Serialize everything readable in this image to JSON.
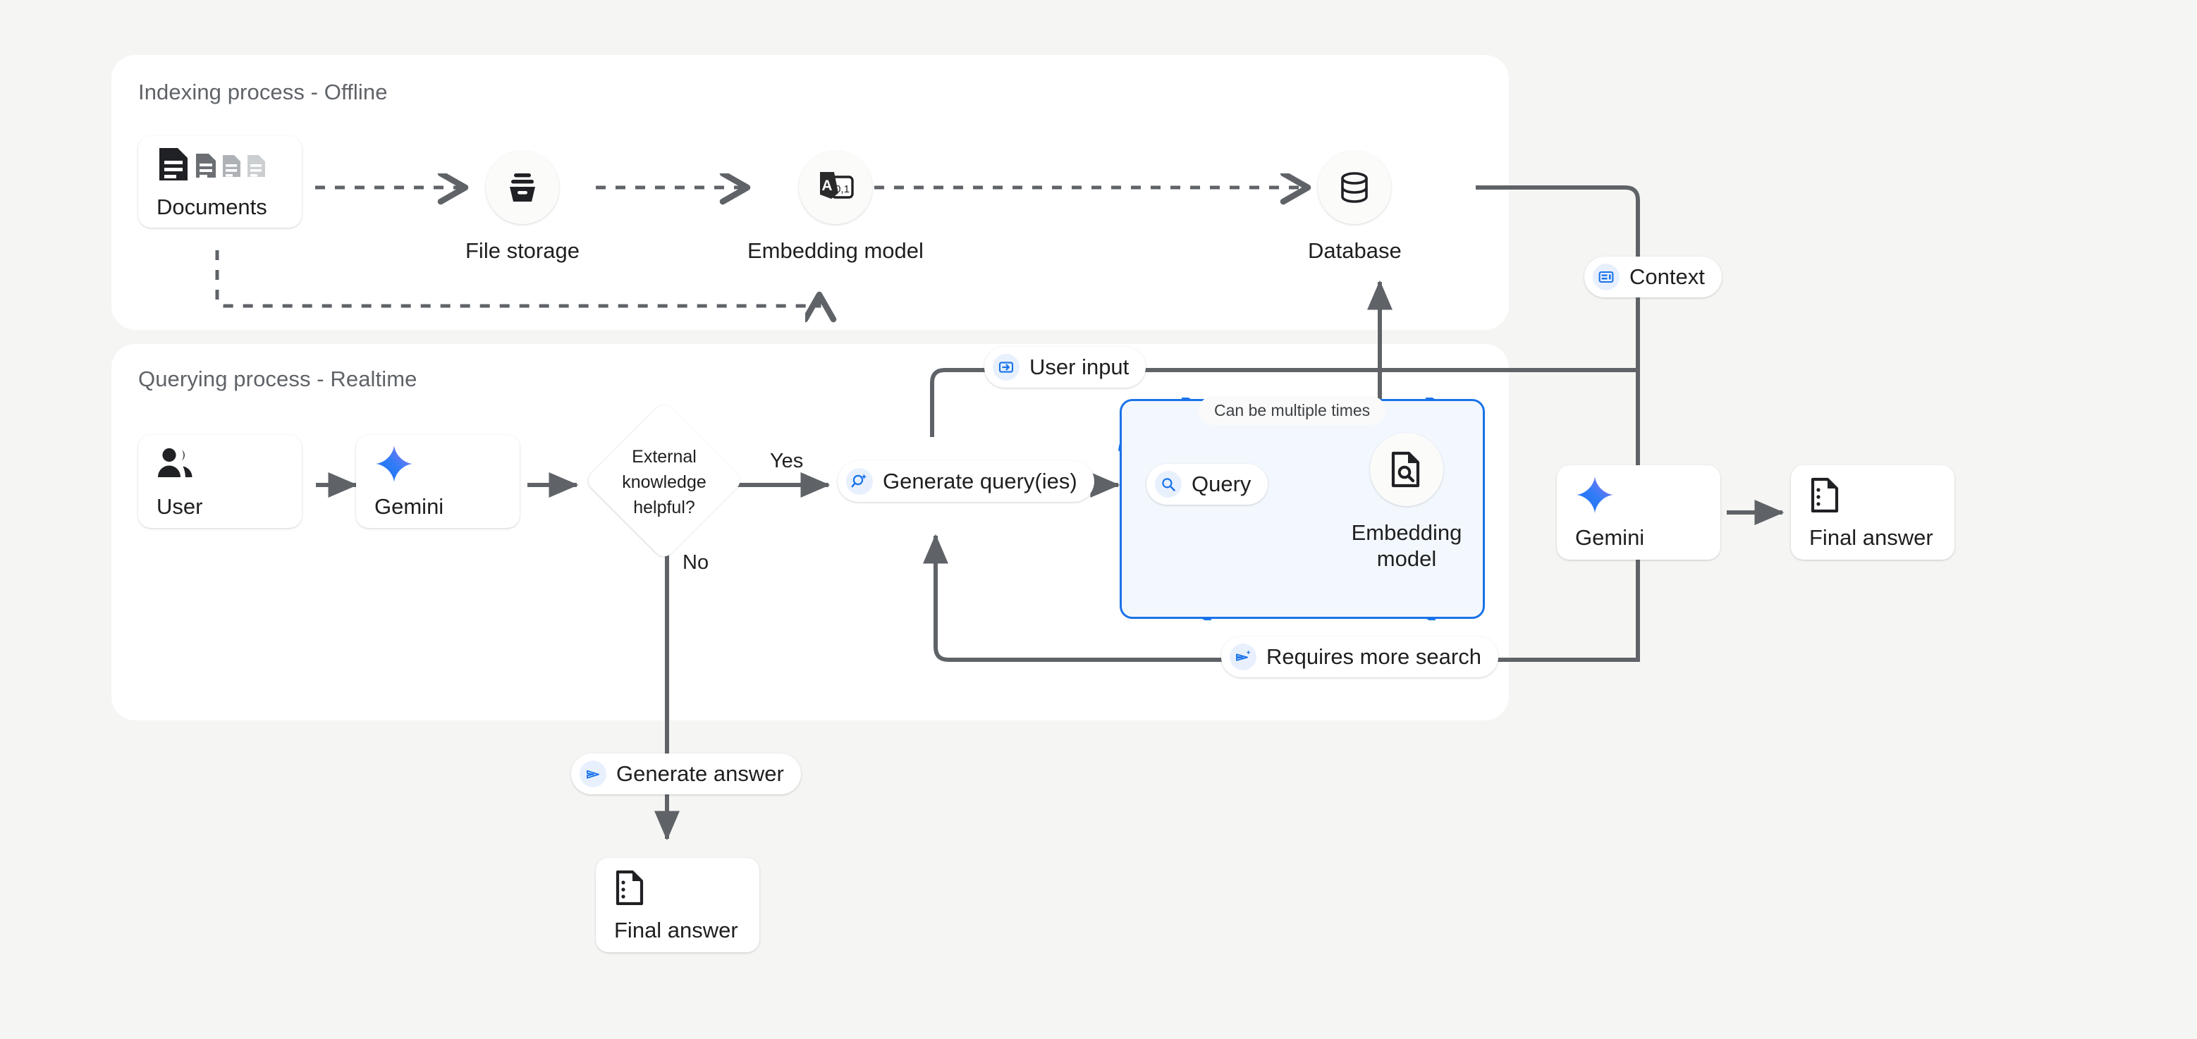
{
  "panels": {
    "indexing": {
      "title": "Indexing process - Offline"
    },
    "querying": {
      "title": "Querying process - Realtime"
    }
  },
  "nodes": {
    "documents": {
      "label": "Documents",
      "icon": "documents-icon"
    },
    "file_storage": {
      "label": "File storage",
      "icon": "archive-icon"
    },
    "embedding_index": {
      "label": "Embedding model",
      "icon": "translate-icon"
    },
    "database": {
      "label": "Database",
      "icon": "database-icon"
    },
    "user": {
      "label": "User",
      "icon": "people-icon"
    },
    "gemini_query": {
      "label": "Gemini",
      "icon": "gemini-sparkle-icon"
    },
    "embedding_query": {
      "label": "Embedding model",
      "icon": "document-search-icon"
    },
    "gemini_answer": {
      "label": "Gemini",
      "icon": "gemini-sparkle-icon"
    },
    "final_answer_right": {
      "label": "Final answer",
      "icon": "answer-doc-icon"
    },
    "final_answer_bottom": {
      "label": "Final answer",
      "icon": "answer-doc-icon"
    }
  },
  "decision": {
    "text": "External knowledge helpful?"
  },
  "edge_labels": {
    "yes": "Yes",
    "no": "No"
  },
  "badges": {
    "context": {
      "label": "Context",
      "icon": "context-panel-icon"
    },
    "user_input": {
      "label": "User input",
      "icon": "input-arrow-icon"
    },
    "generate_queries": {
      "label": "Generate query(ies)",
      "icon": "search-sparkle-icon"
    },
    "query": {
      "label": "Query",
      "icon": "search-icon"
    },
    "requires_more_search": {
      "label": "Requires more search",
      "icon": "send-sparkle-icon"
    },
    "generate_answer": {
      "label": "Generate answer",
      "icon": "send-icon"
    },
    "can_be_multiple": {
      "label": "Can be multiple times"
    }
  },
  "colors": {
    "page_background": "#f5f5f3",
    "panel": "#ffffff",
    "accent_blue": "#1a73e8",
    "loop_fill": "#f3f8fe",
    "badge_icon_bg": "#e8f0fe",
    "edge": "#5f6368",
    "text": "#1f1f1f"
  }
}
